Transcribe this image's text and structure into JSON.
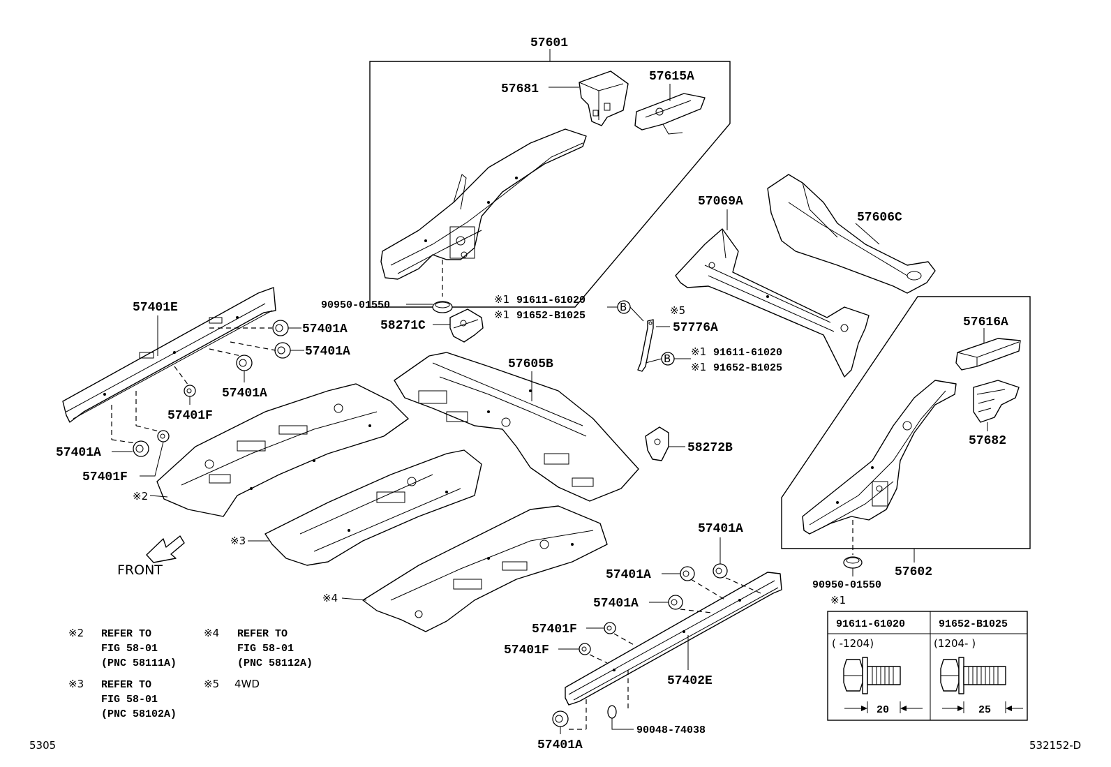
{
  "labels": {
    "p57601": "57601",
    "p57681": "57681",
    "p57615A": "57615A",
    "p57069A": "57069A",
    "p57606C": "57606C",
    "p57401E": "57401E",
    "p57401A_1": "57401A",
    "p57401A_2": "57401A",
    "p57401A_3": "57401A",
    "p57401F_1": "57401F",
    "p57401A_4": "57401A",
    "p57401F_2": "57401F",
    "p90950_1": "90950-01550",
    "p58271C": "58271C",
    "b1a_mark": "※1",
    "b1a": "91611-61020",
    "b1b_mark": "※1",
    "b1b": "91652-B1025",
    "star5": "※5",
    "p57776A": "57776A",
    "b2a_mark": "※1",
    "b2a": "91611-61020",
    "b2b_mark": "※1",
    "b2b": "91652-B1025",
    "p57605B": "57605B",
    "p57616A": "57616A",
    "p57682": "57682",
    "p58272B": "58272B",
    "star2": "※2",
    "star3": "※3",
    "star4": "※4",
    "p57401A_5": "57401A",
    "p57401A_6": "57401A",
    "p57401A_7": "57401A",
    "p57401F_3": "57401F",
    "p57401F_4": "57401F",
    "p57402E": "57402E",
    "p57401A_8": "57401A",
    "p90048": "90048-74038",
    "p90950_2": "90950-01550",
    "p57602": "57602",
    "circle_b": "B",
    "front": "FRONT"
  },
  "notes": {
    "n2_mark": "※2",
    "n2_l1": "REFER TO",
    "n2_l2": "FIG 58-01",
    "n2_l3": "(PNC 58111A)",
    "n4_mark": "※4",
    "n4_l1": "REFER TO",
    "n4_l2": "FIG 58-01",
    "n4_l3": "(PNC 58112A)",
    "n3_mark": "※3",
    "n3_l1": "REFER TO",
    "n3_l2": "FIG 58-01",
    "n3_l3": "(PNC 58102A)",
    "n5_mark": "※5",
    "n5_text": "4WD"
  },
  "bolt_table": {
    "mark": "※1",
    "col1_header": "91611-61020",
    "col2_header": "91652-B1025",
    "col1_range": "(     -1204)",
    "col2_range": "(1204-     )",
    "col1_length": "20",
    "col2_length": "25"
  },
  "footer": {
    "left_code": "5305",
    "right_code": "532152-D"
  }
}
